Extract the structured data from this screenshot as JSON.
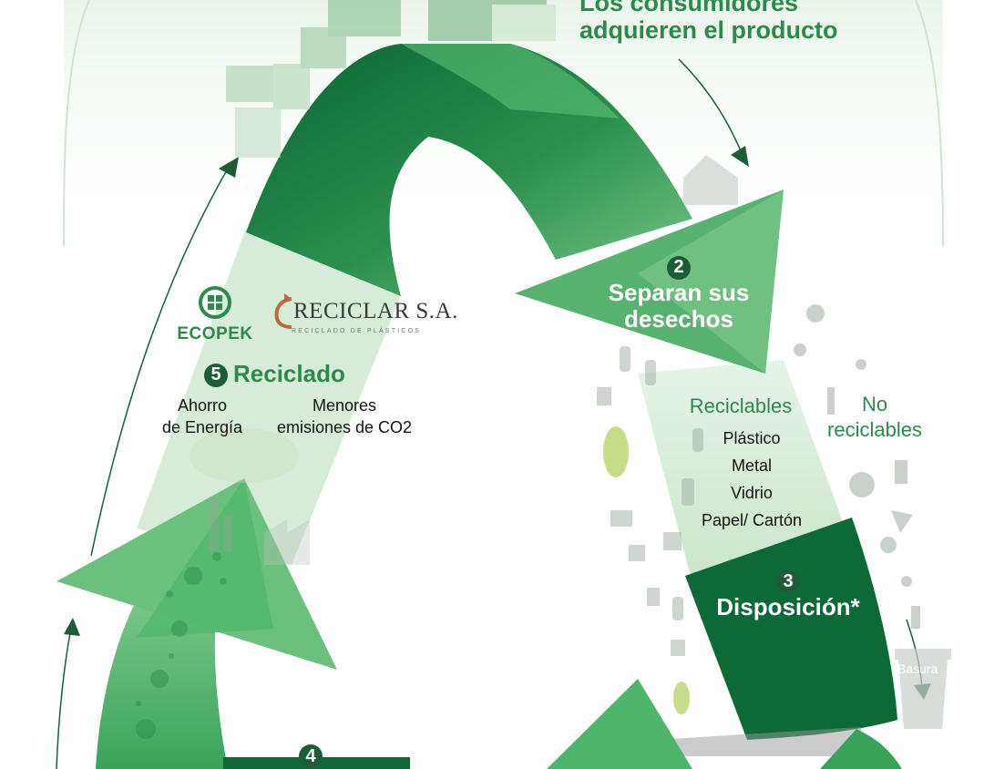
{
  "header": {
    "title_line1": "Los consumidores",
    "title_line2": "adquieren el producto"
  },
  "steps": {
    "step2": {
      "number": "2",
      "line1": "Separan sus",
      "line2": "desechos"
    },
    "step3": {
      "number": "3",
      "label": "Disposición*"
    },
    "step4": {
      "number": "4"
    },
    "step5": {
      "number": "5",
      "label": "Reciclado"
    }
  },
  "recycling": {
    "benefit1_line1": "Ahorro",
    "benefit1_line2": "de Energía",
    "benefit2_line1": "Menores",
    "benefit2_line2": "emisiones de CO2"
  },
  "logos": {
    "ecopek": "ECOPEK",
    "reciclar": "RECICLAR S.A.",
    "reciclar_sub": "RECICLADO DE PLÁSTICOS"
  },
  "waste": {
    "recyclables_title": "Reciclables",
    "recyclables_items": [
      "Plástico",
      "Metal",
      "Vidrio",
      "Papel/ Cartón"
    ],
    "non_recyclables_line1": "No",
    "non_recyclables_line2": "reciclables",
    "bin_label": "Basura"
  },
  "colors": {
    "dark_green": "#0d6a36",
    "medium_green": "#4fb56a",
    "light_green": "#cfe9d2",
    "text_green": "#2d8a4b"
  }
}
